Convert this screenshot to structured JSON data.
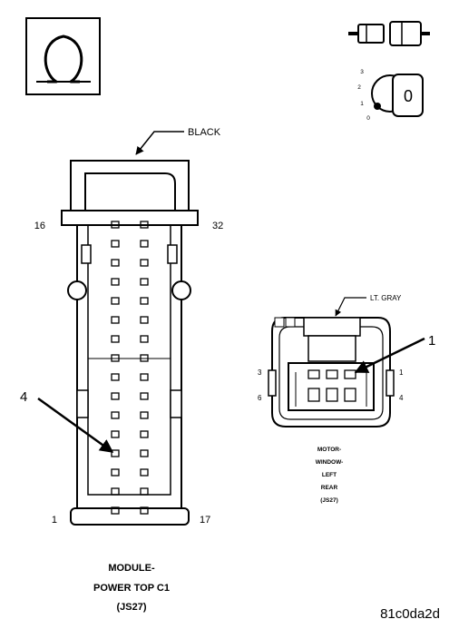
{
  "ohm_symbol": "ohm-icon",
  "connector_icon": "connector-unplugged-icon",
  "ignition_switch": {
    "icon": "ignition-key-icon",
    "positions": [
      "3",
      "2",
      "1",
      "0"
    ],
    "key_label": "0"
  },
  "module_connector": {
    "wire_color_label": "BLACK",
    "pin_labels": {
      "top_left": "16",
      "top_right": "32",
      "bottom_left": "1",
      "bottom_right": "17"
    },
    "probe_callout": "4",
    "name_lines": [
      "MODULE-",
      "POWER TOP C1",
      "(JS27)"
    ]
  },
  "window_motor_connector": {
    "wire_color_label": "LT. GRAY",
    "pin_labels": {
      "left_top": "3",
      "left_bottom": "6",
      "right_top": "1",
      "right_bottom": "4"
    },
    "probe_callout": "1",
    "name_lines": [
      "MOTOR-",
      "WINDOW-",
      "LEFT",
      "REAR",
      "(JS27)"
    ]
  },
  "figure_id": "81c0da2d"
}
